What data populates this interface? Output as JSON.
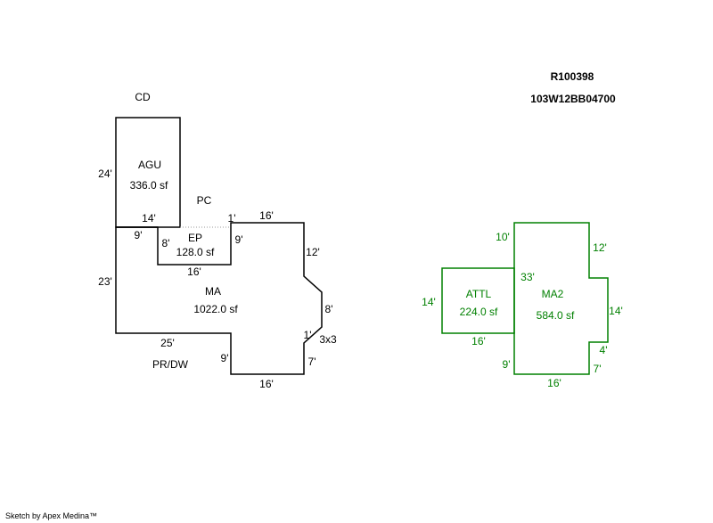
{
  "parcel": {
    "id": "R100398",
    "map_number": "103W12BB04700"
  },
  "colors": {
    "black": "#000000",
    "green": "#008000",
    "dotted": "#999999"
  },
  "left_sketch": {
    "area_labels": {
      "cd": "CD",
      "agu": "AGU",
      "agu_area": "336.0 sf",
      "pc": "PC",
      "ep": "EP",
      "ep_area": "128.0 sf",
      "ma": "MA",
      "ma_area": "1022.0 sf",
      "prdw": "PR/DW",
      "bay": "3x3"
    },
    "dims": {
      "agu_left": "24'",
      "agu_bottom": "14'",
      "ep_top": "9'",
      "ep_left": "8'",
      "ep_right": "9'",
      "ep_bottom": "16'",
      "top_1": "1'",
      "top_16": "16'",
      "right_12": "12'",
      "bay_8": "8'",
      "bay_1": "1'",
      "right_7": "7'",
      "bottom_16": "16'",
      "step_9": "9'",
      "bottom_25": "25'",
      "left_23": "23'"
    }
  },
  "right_sketch": {
    "area_labels": {
      "attl": "ATTL",
      "attl_area": "224.0 sf",
      "ma2": "MA2",
      "ma2_area": "584.0 sf"
    },
    "dims": {
      "top_10": "10'",
      "right_12": "12'",
      "left_14": "14'",
      "mid_33": "33'",
      "right_14": "14'",
      "attl_bottom": "16'",
      "right_4": "4'",
      "left_9": "9'",
      "right_7": "7'",
      "bottom_16": "16'"
    }
  },
  "footer": "Sketch by Apex Medina™"
}
